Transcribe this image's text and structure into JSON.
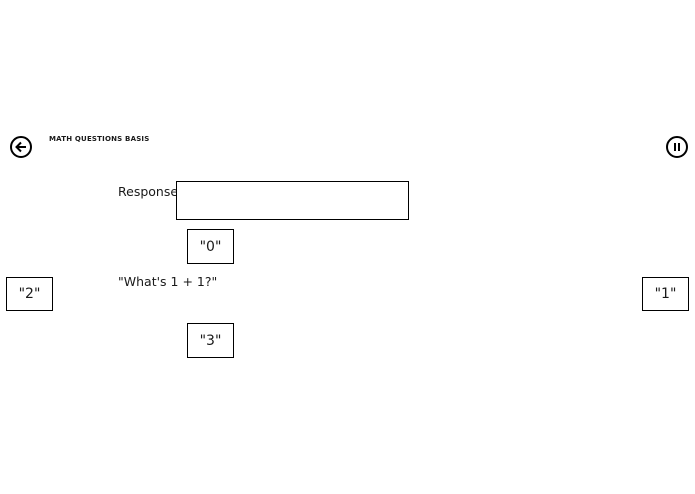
{
  "header": {
    "title": "MATH QUESTIONS BASIS",
    "back_icon": "arrow-left-icon",
    "pause_icon": "pause-icon"
  },
  "form": {
    "response_label": "Response",
    "response_value": ""
  },
  "question": {
    "text": "\"What's 1 + 1?\""
  },
  "answers": {
    "top": "\"0\"",
    "left": "\"2\"",
    "right": "\"1\"",
    "bottom": "\"3\""
  }
}
